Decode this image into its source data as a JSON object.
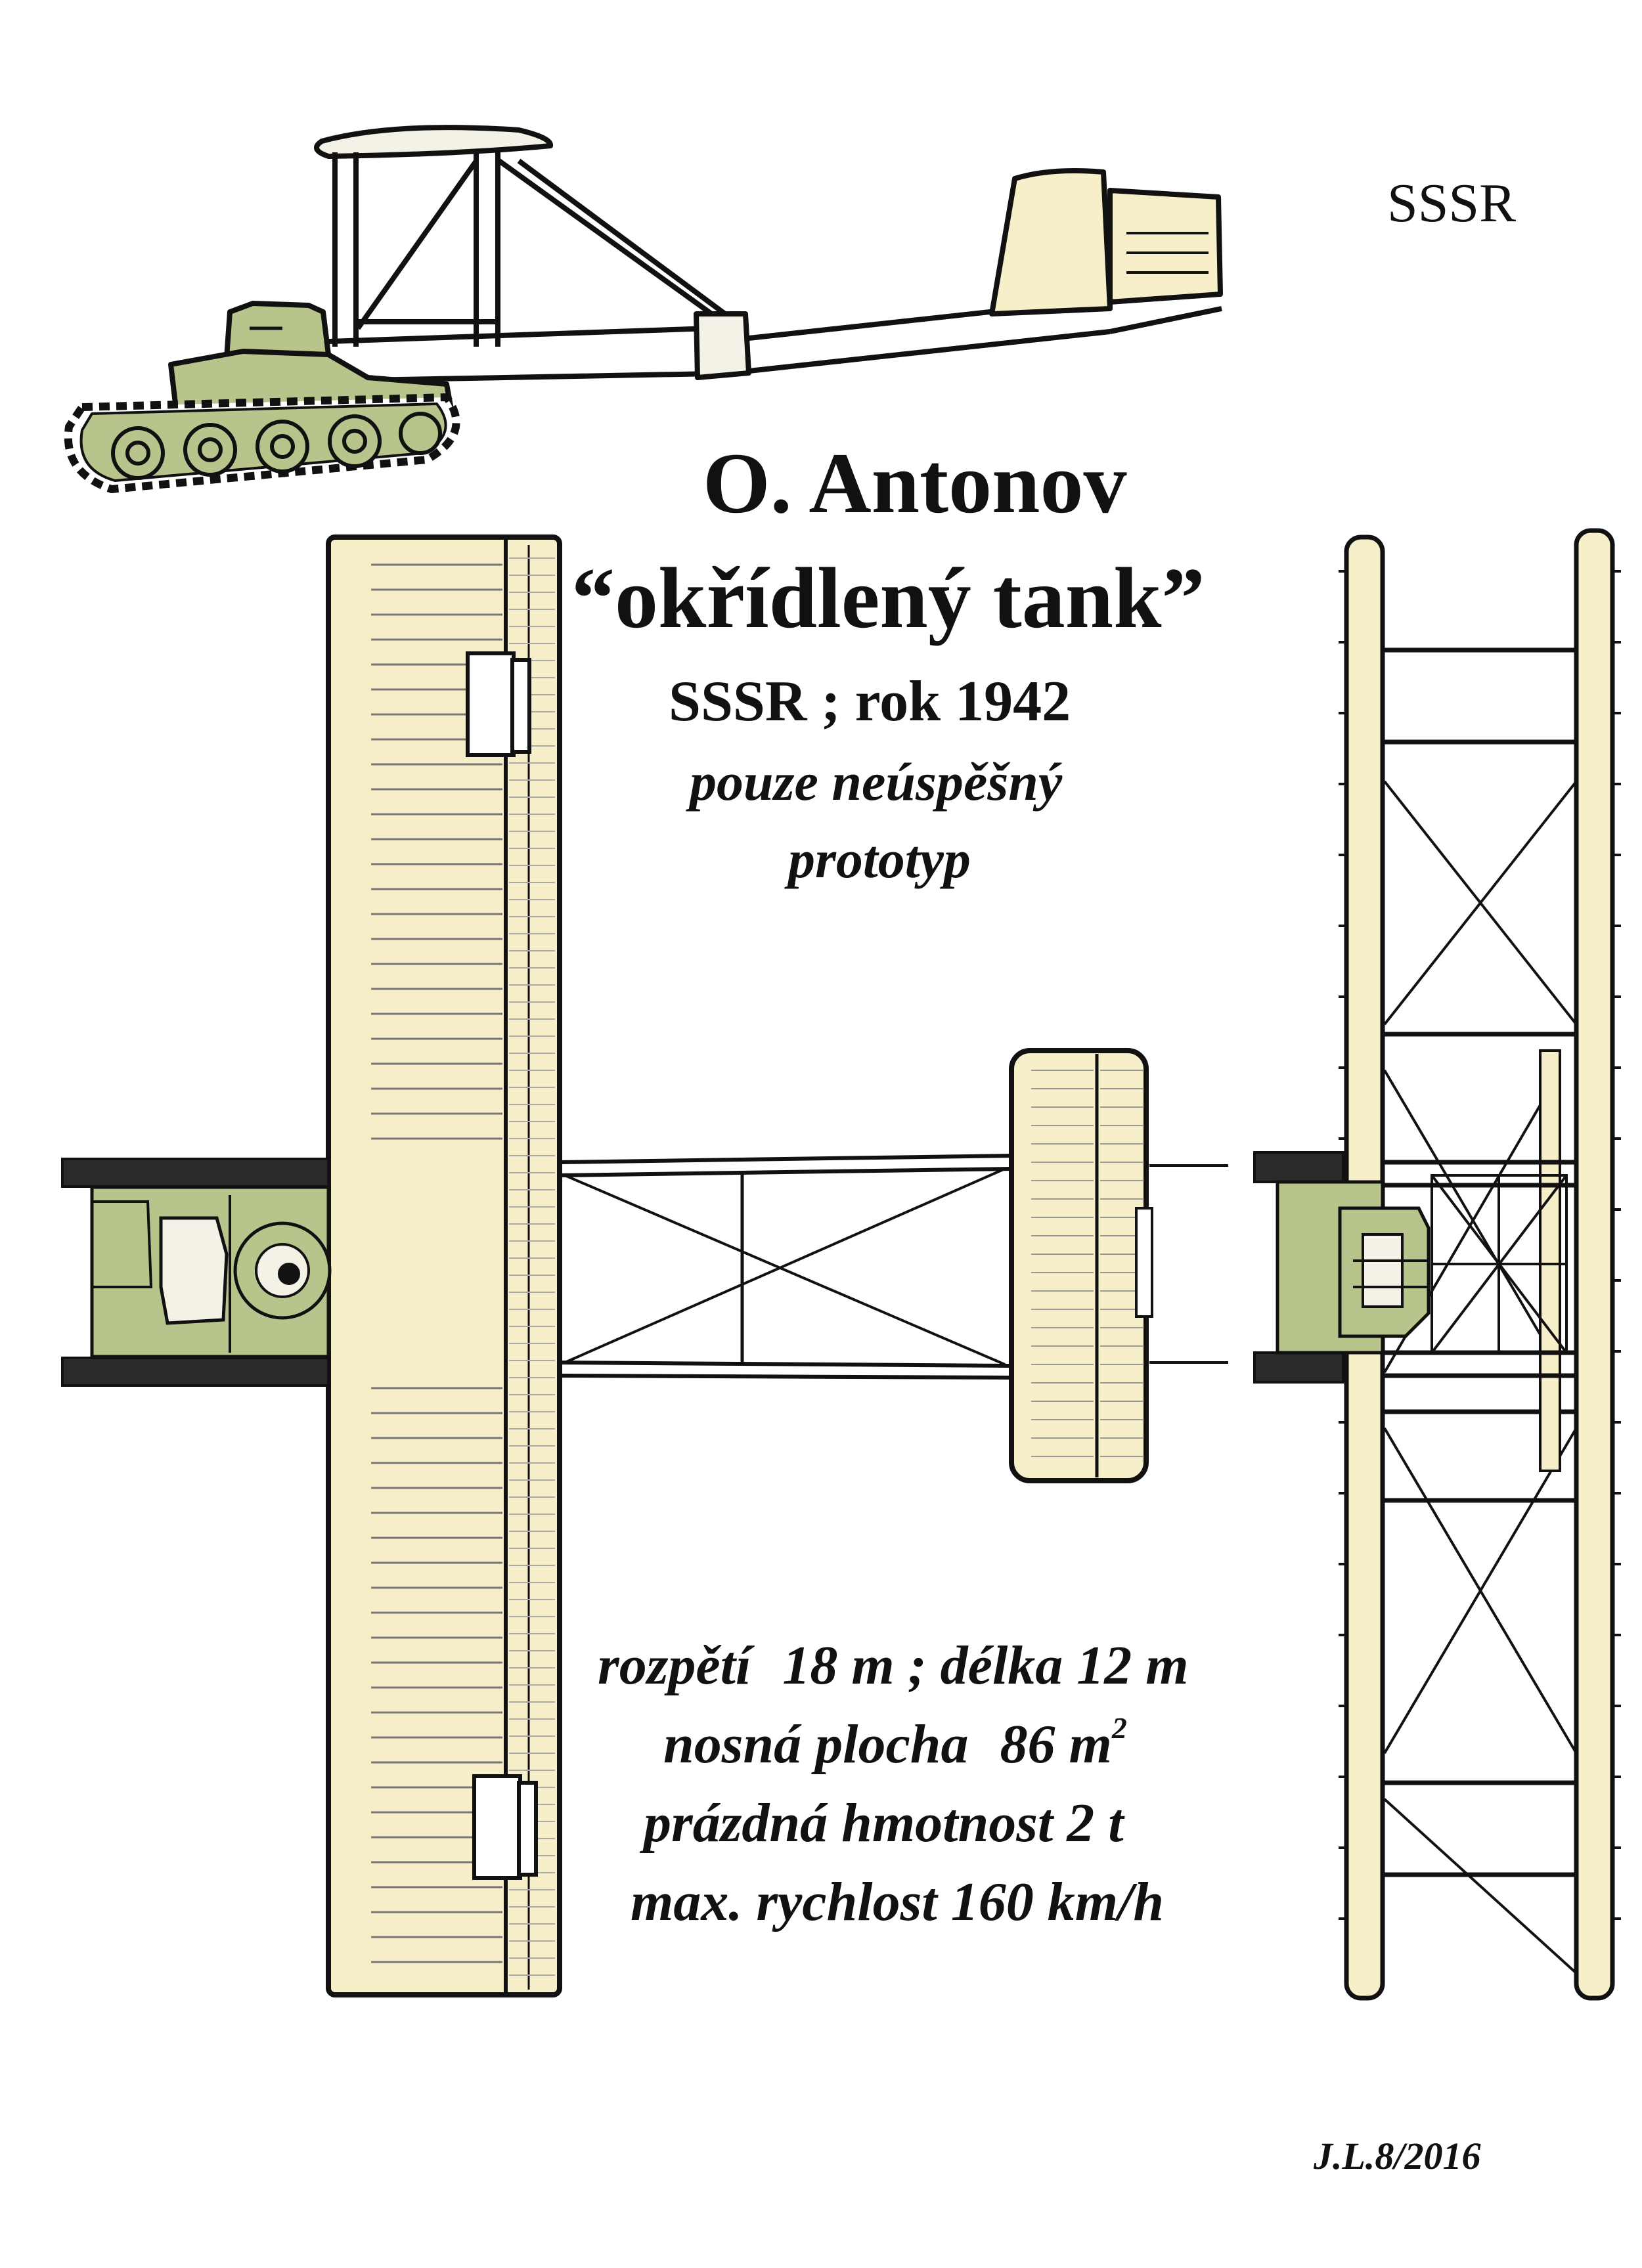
{
  "header": {
    "country": "SSSR"
  },
  "title": {
    "line1": "O. Antonov",
    "line2": "“okřídlený tank”",
    "subtitle": "SSSR ; rok 1942",
    "note_line1": "pouze neúspěšný",
    "note_line2": "prototyp"
  },
  "specs": {
    "span_label": "rozpětí",
    "span_value": "18 m ;",
    "length_label": "délka",
    "length_value": "12 m",
    "area_label": "nosná plocha",
    "area_value": "86 m",
    "area_exponent": "2",
    "weight_label": "prázdná hmotnost",
    "weight_value": "2 t",
    "speed_label": "max. rychlost",
    "speed_value": "160 km/h"
  },
  "signature": "J.L.8/2016",
  "colors": {
    "wing_cream": "#f6efc9",
    "tank_green": "#b7c48b",
    "line": "#111111",
    "track_dark": "#2a2a2a"
  }
}
